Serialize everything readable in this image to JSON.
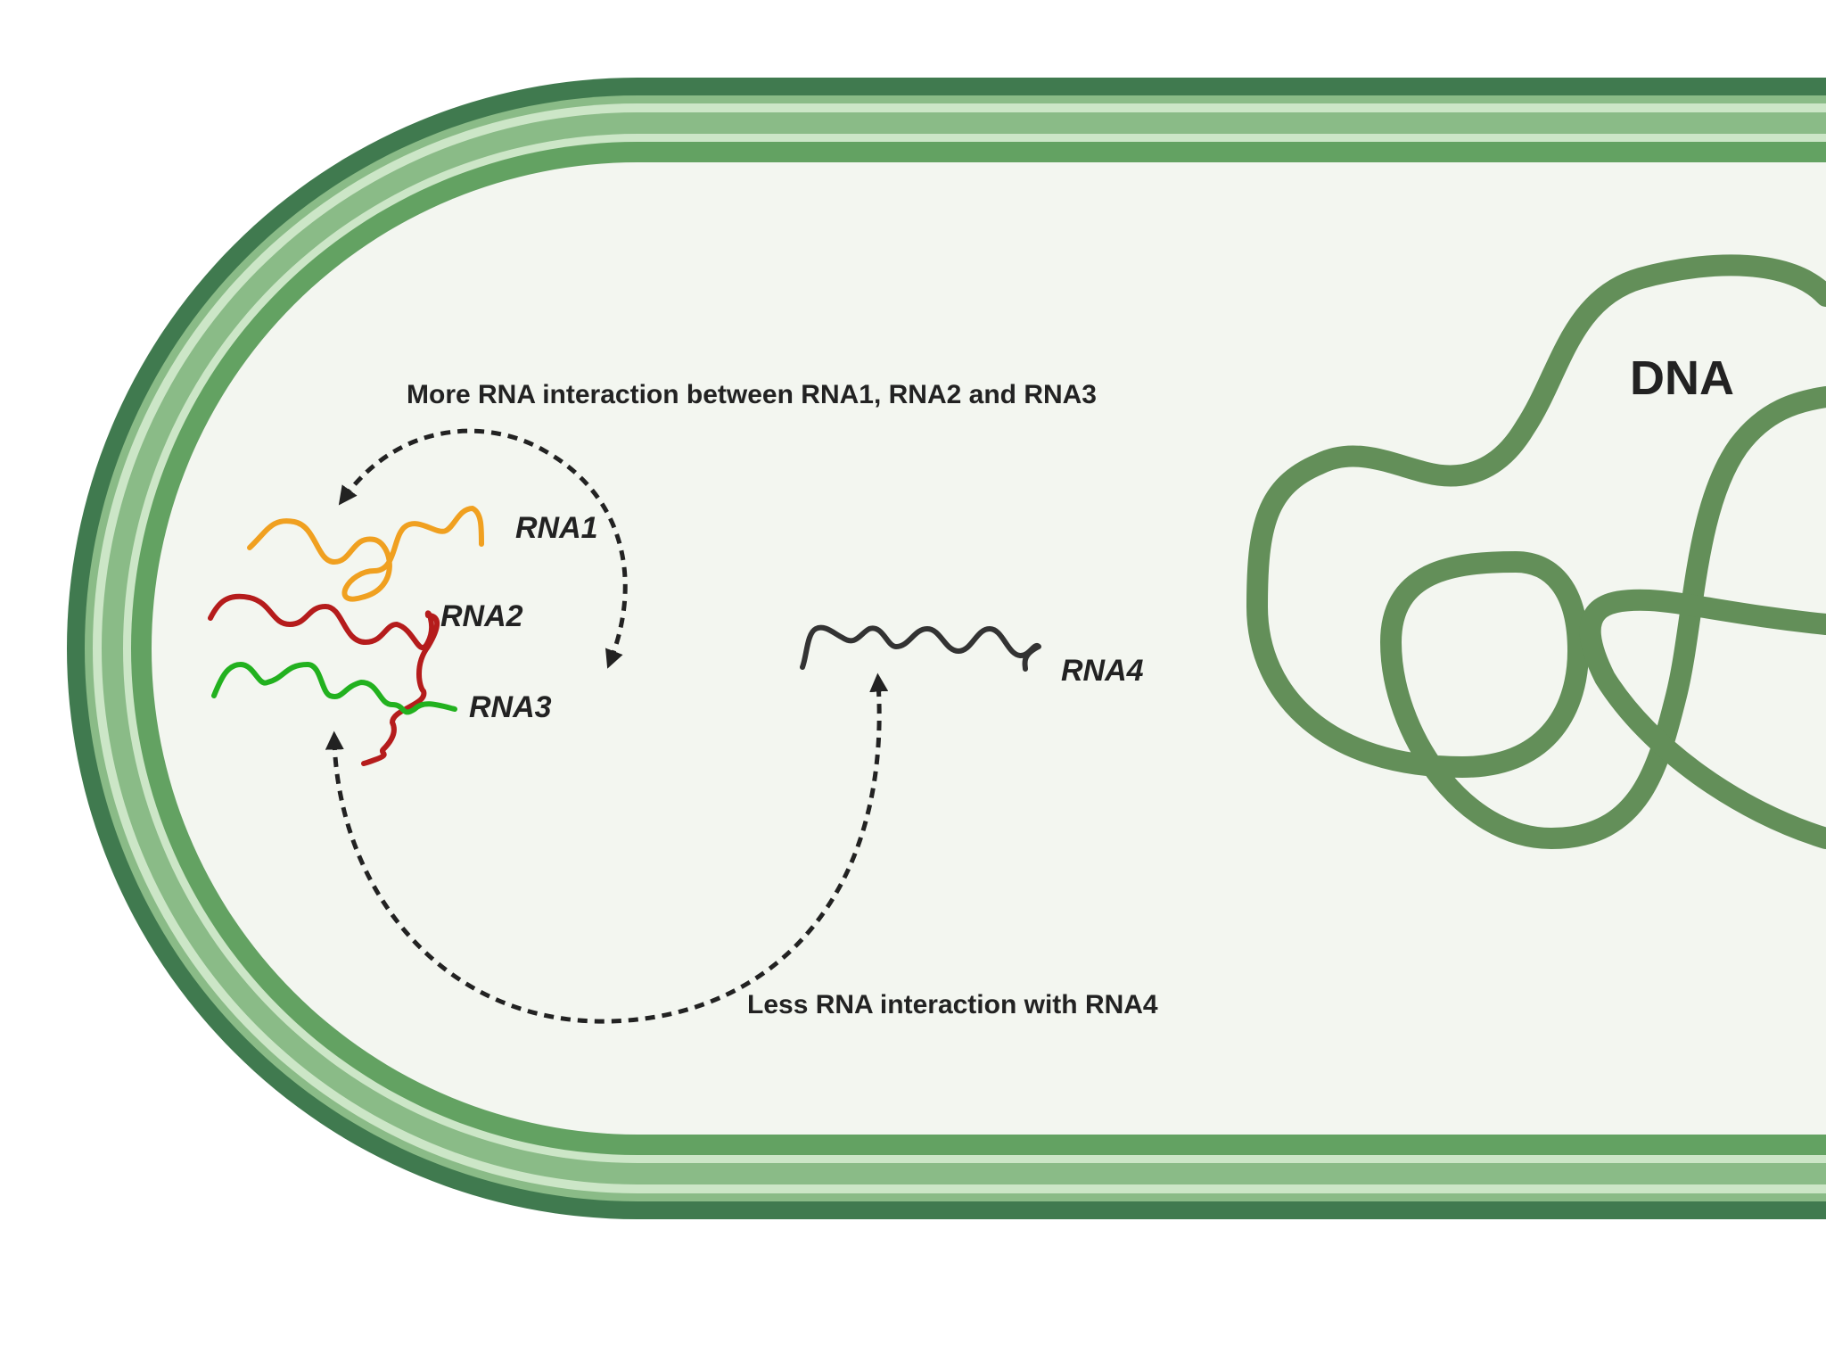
{
  "labels": {
    "top_note": "More RNA interaction between RNA1, RNA2 and RNA3",
    "bottom_note": "Less RNA interaction with RNA4",
    "rna1": "RNA1",
    "rna2": "RNA2",
    "rna3": "RNA3",
    "rna4": "RNA4",
    "dna": "DNA"
  },
  "colors": {
    "cytoplasm": "#f3f6f0",
    "membrane_outer": "#407a4f",
    "membrane_middle": "#8abb87",
    "membrane_light": "#cce6c7",
    "membrane_inner": "#63a262",
    "dna": "#638f59",
    "rna1": "#f0a020",
    "rna2": "#b51c1c",
    "rna3": "#22b11f",
    "rna4": "#333333",
    "arrow": "#222222",
    "text": "#222222"
  }
}
